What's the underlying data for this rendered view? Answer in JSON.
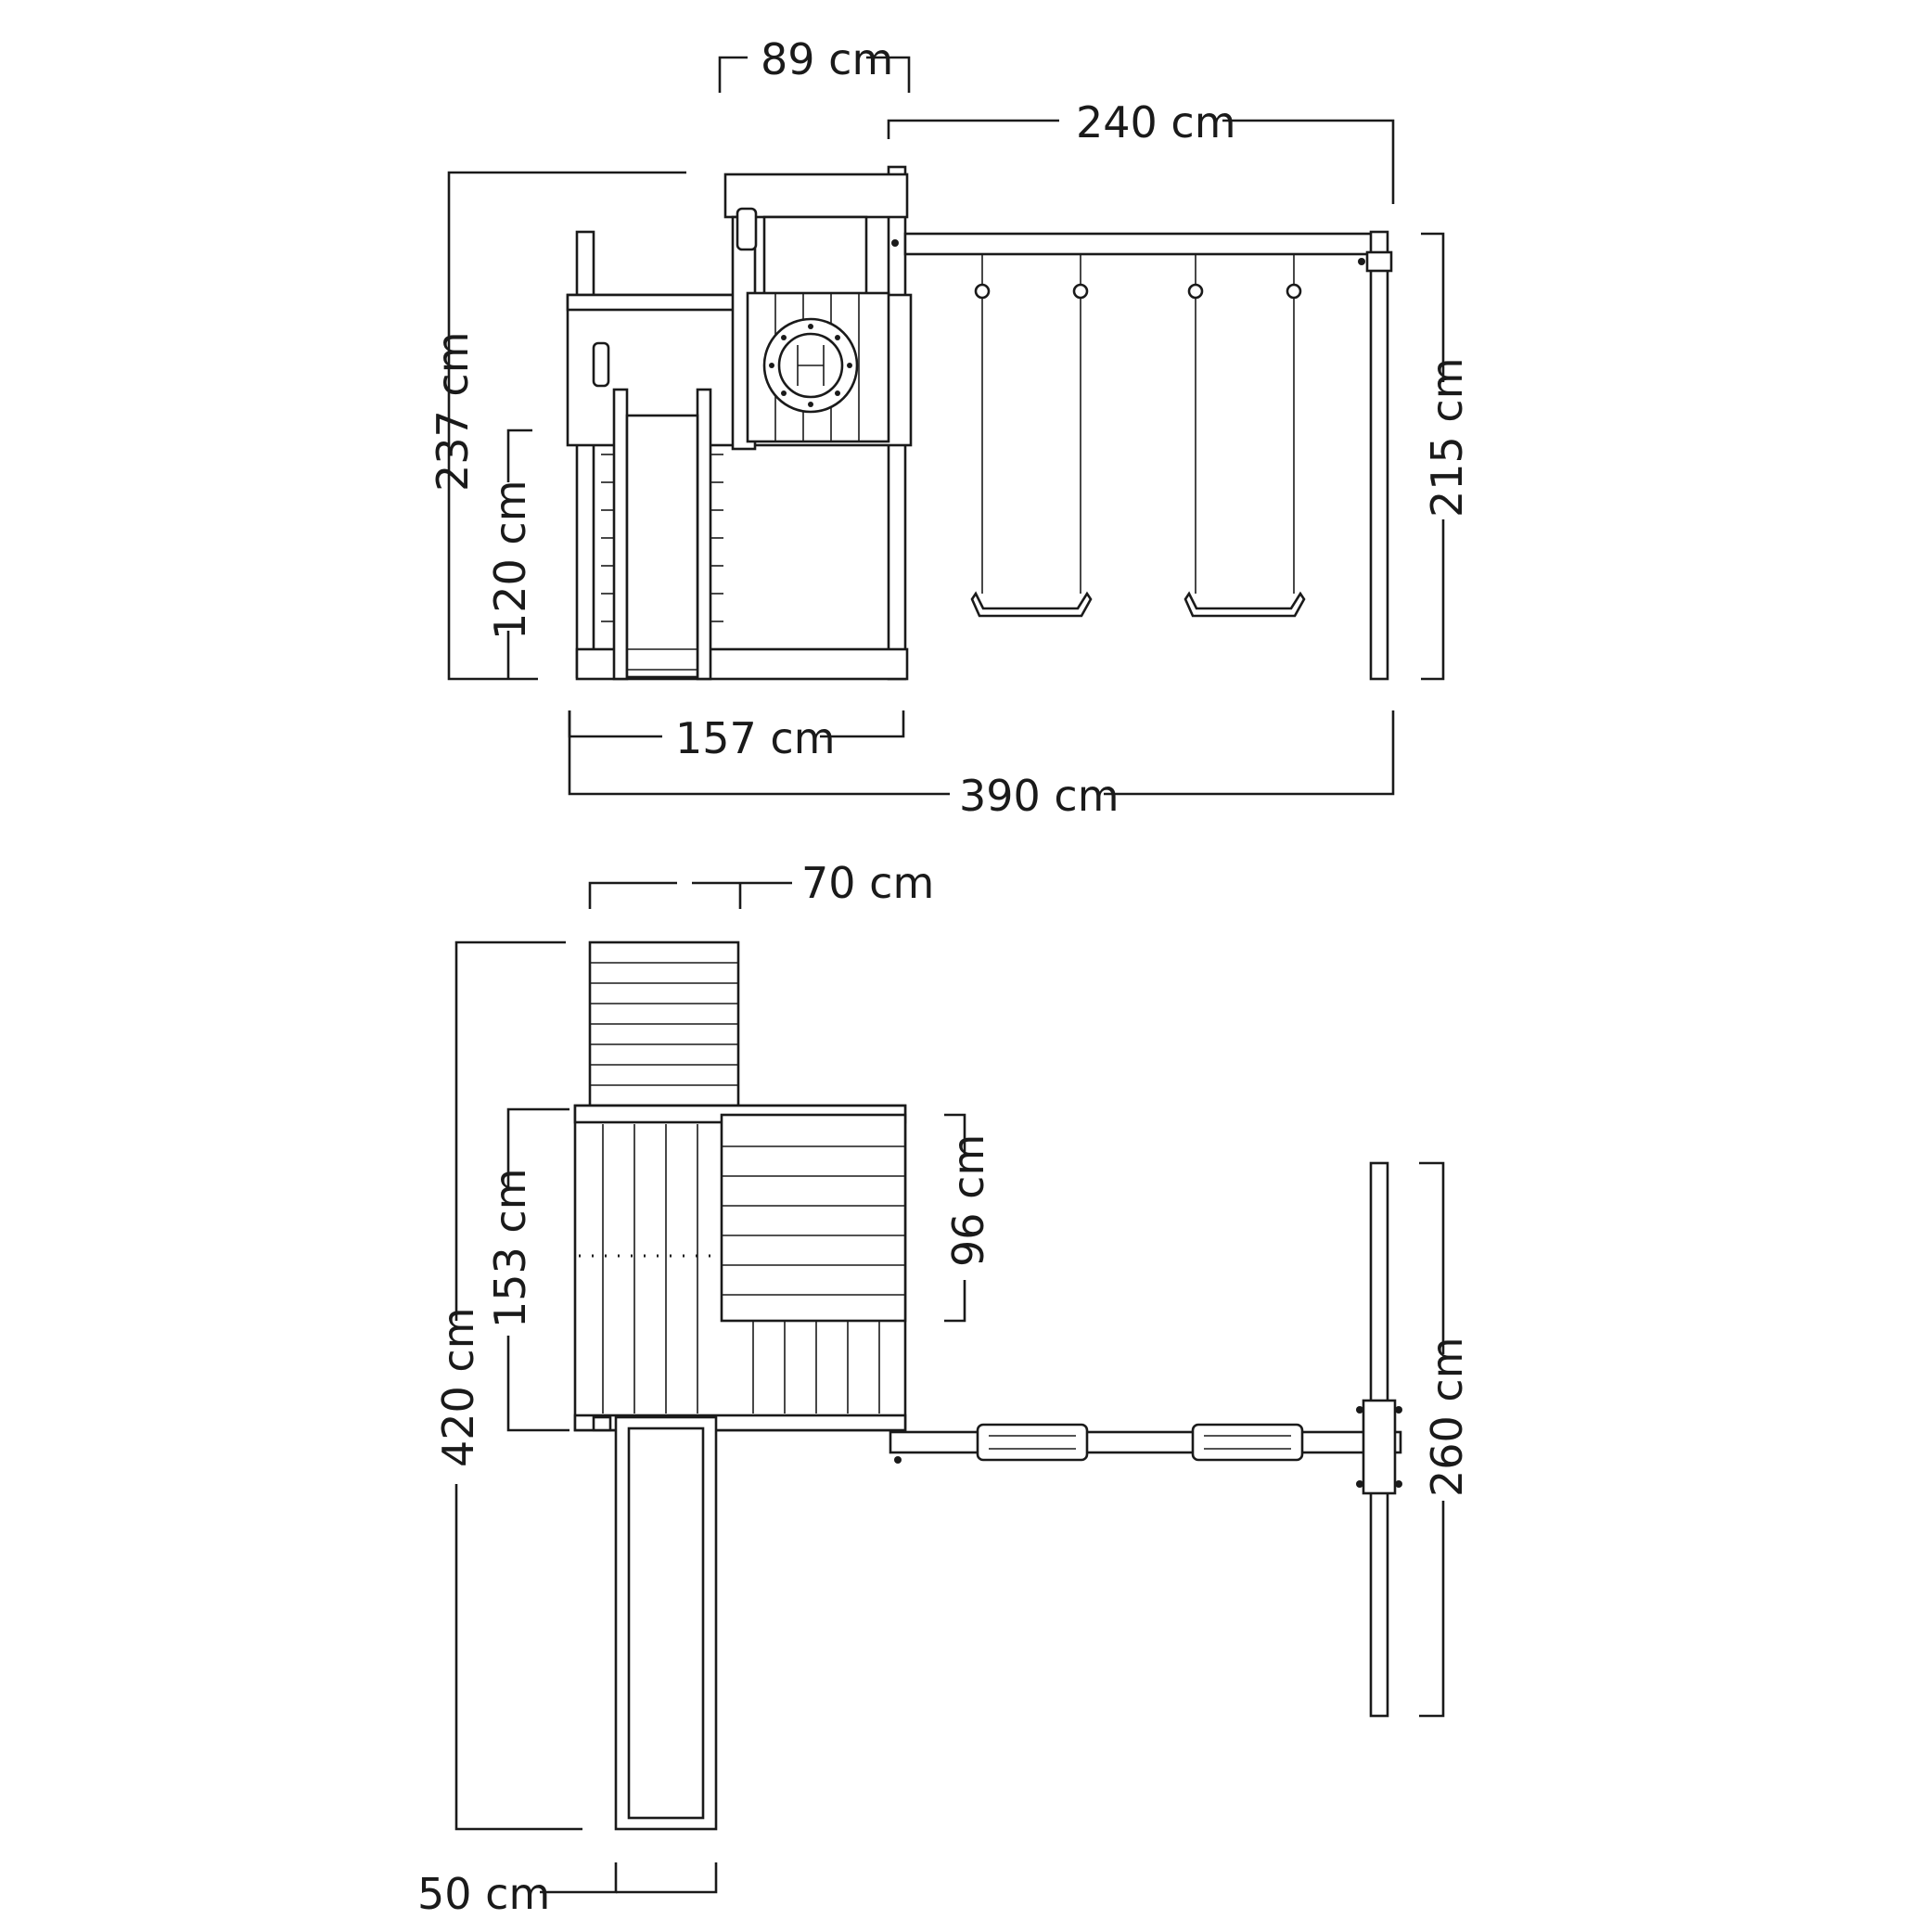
{
  "elevation": {
    "dim_top_tower": "89 cm",
    "dim_swing_beam": "240 cm",
    "dim_total_height": "237 cm",
    "dim_platform_height": "120 cm",
    "dim_swing_height": "215 cm",
    "dim_tower_width": "157 cm",
    "dim_total_width": "390 cm"
  },
  "plan": {
    "dim_ladder_width": "70 cm",
    "dim_tower_depth": "153 cm",
    "dim_deck_depth": "96 cm",
    "dim_total_depth": "420 cm",
    "dim_swing_frame_depth": "260 cm",
    "dim_slide_width": "50 cm"
  }
}
